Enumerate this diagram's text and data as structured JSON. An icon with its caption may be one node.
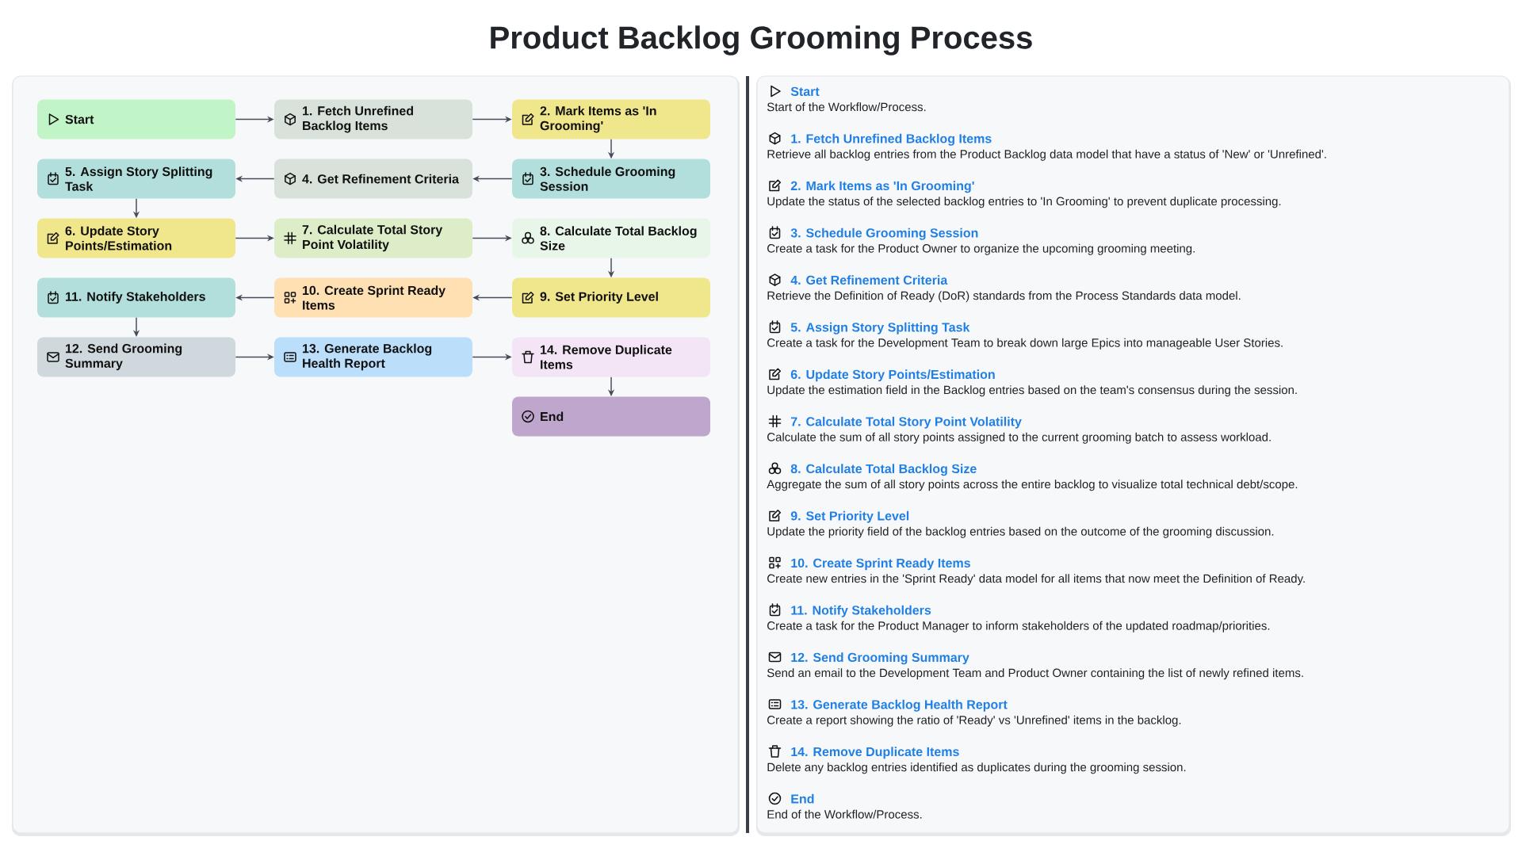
{
  "diagram": {
    "title": "Product Backlog Grooming Process",
    "nodes": [
      {
        "text": [
          "Start"
        ]
      },
      {
        "text": [
          "1. Fetch Unrefined Backlog Items"
        ]
      },
      {
        "text": [
          "2. Mark Items as 'In Grooming'"
        ]
      },
      {
        "text": [
          "3. Schedule Grooming Session"
        ]
      },
      {
        "text": [
          "4. Get Refinement Criteria"
        ]
      },
      {
        "text": [
          "5. Assign Story Splitting Task"
        ]
      },
      {
        "text": [
          "6. Update Story Points/Estimation"
        ]
      },
      {
        "text": [
          "7. Calculate Total Story Point Volatility"
        ]
      },
      {
        "text": [
          "8. Calculate Total Backlog Size"
        ]
      },
      {
        "text": [
          "9. Set Priority Level"
        ]
      },
      {
        "text": [
          "10. Create Sprint Ready Items"
        ]
      },
      {
        "text": [
          "11. Notify Stakeholders"
        ]
      },
      {
        "text": [
          "12. Send Grooming Summary"
        ]
      },
      {
        "text": [
          "13. Generate Backlog Health Report"
        ]
      },
      {
        "text": [
          "14. Remove Duplicate Items"
        ]
      },
      {
        "text": [
          "End"
        ]
      }
    ],
    "edges": [
      {
        "from": 0,
        "to": 1,
        "arrow": "to"
      },
      {
        "from": 1,
        "to": 2,
        "arrow": "to"
      },
      {
        "from": 2,
        "to": 3,
        "arrow": "to"
      },
      {
        "from": 3,
        "to": 4,
        "arrow": "to"
      },
      {
        "from": 4,
        "to": 5,
        "arrow": "to"
      },
      {
        "from": 5,
        "to": 6,
        "arrow": "to"
      },
      {
        "from": 6,
        "to": 7,
        "arrow": "to"
      },
      {
        "from": 7,
        "to": 8,
        "arrow": "to"
      },
      {
        "from": 8,
        "to": 9,
        "arrow": "to"
      },
      {
        "from": 9,
        "to": 10,
        "arrow": "to"
      },
      {
        "from": 10,
        "to": 11,
        "arrow": "to"
      },
      {
        "from": 11,
        "to": 12,
        "arrow": "to"
      },
      {
        "from": 12,
        "to": 13,
        "arrow": "to"
      },
      {
        "from": 13,
        "to": 14,
        "arrow": "to"
      },
      {
        "from": 14,
        "to": 15,
        "arrow": "to"
      }
    ],
    "labels": [
      "Start",
      "Start of the Workflow/Process.",
      "1. Fetch Unrefined Backlog Items",
      "Retrieve all backlog entries from the Product Backlog data model that have a status of 'New' or 'Unrefined'.",
      "2. Mark Items as 'In Grooming'",
      "Update the status of the selected backlog entries to 'In Grooming' to prevent duplicate processing.",
      "3. Schedule Grooming Session",
      "Create a task for the Product Owner to organize the upcoming grooming meeting.",
      "4. Get Refinement Criteria",
      "Retrieve the Definition of Ready (DoR) standards from the Process Standards data model.",
      "5. Assign Story Splitting Task",
      "Create a task for the Development Team to break down large Epics into manageable User Stories.",
      "6. Update Story Points/Estimation",
      "Update the estimation field in the Backlog entries based on the team's consensus during the session.",
      "7. Calculate Total Story Point Volatility",
      "Calculate the sum of all story points assigned to the current grooming batch to assess workload.",
      "8. Calculate Total Backlog Size",
      "Aggregate the sum of all story points across the entire backlog to visualize total technical debt/scope.",
      "9. Set Priority Level",
      "Update the priority field of the backlog entries based on the outcome of the grooming discussion.",
      "10. Create Sprint Ready Items",
      "Create new entries in the 'Sprint Ready' data model for all items that now meet the Definition of Ready.",
      "11. Notify Stakeholders",
      "Create a task for the Product Manager to inform stakeholders of the updated roadmap/priorities.",
      "12. Send Grooming Summary",
      "Send an email to the Development Team and Product Owner containing the list of newly refined items.",
      "13. Generate Backlog Health Report",
      "Create a report showing the ratio of 'Ready' vs 'Unrefined' items in the backlog.",
      "14. Remove Duplicate Items",
      "Delete any backlog entries identified as duplicates during the grooming session.",
      "End",
      "End of the Workflow/Process."
    ]
  }
}
